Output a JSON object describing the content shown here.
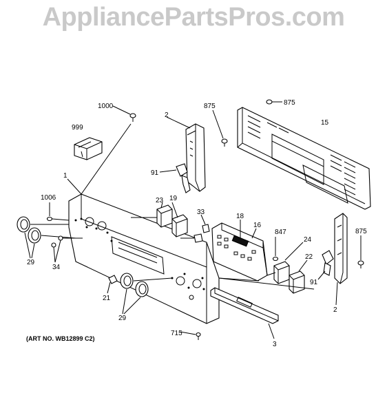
{
  "watermark": "AppliancePartsPros.com",
  "art_no": "(ART NO. WB12899 C2)",
  "labels": {
    "l1000": "1000",
    "l999": "999",
    "l2a": "2",
    "l875a": "875",
    "l875b": "875",
    "l15": "15",
    "l91a": "91",
    "l1": "1",
    "l1006": "1006",
    "l23": "23",
    "l19": "19",
    "l33": "33",
    "l18": "18",
    "l16": "16",
    "l847": "847",
    "l875c": "875",
    "l24": "24",
    "l22": "22",
    "l91b": "91",
    "l29a": "29",
    "l34": "34",
    "l21": "21",
    "l29b": "29",
    "l2b": "2",
    "l715": "715",
    "l3": "3"
  }
}
